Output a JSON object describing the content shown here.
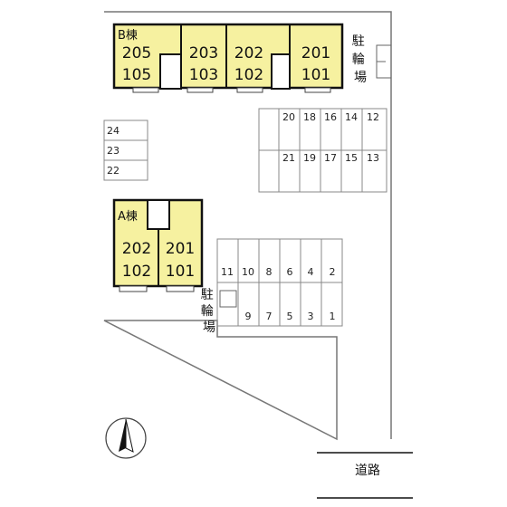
{
  "building_b": {
    "name": "B棟",
    "units": [
      {
        "upper": "205",
        "lower": "105"
      },
      {
        "upper": "203",
        "lower": "103"
      },
      {
        "upper": "202",
        "lower": "102"
      },
      {
        "upper": "201",
        "lower": "101"
      }
    ]
  },
  "building_a": {
    "name": "A棟",
    "units": [
      {
        "upper": "202",
        "lower": "102"
      },
      {
        "upper": "201",
        "lower": "101"
      }
    ]
  },
  "bicycle_parking_label": "駐輪場",
  "road_label": "道路",
  "parking_left": [
    "24",
    "23",
    "22"
  ],
  "parking_upper_top": [
    "20",
    "18",
    "16",
    "14",
    "12"
  ],
  "parking_upper_bottom": [
    "21",
    "19",
    "17",
    "15",
    "13"
  ],
  "parking_lower_top": [
    "11",
    "10",
    "8",
    "6",
    "4",
    "2"
  ],
  "parking_lower_bottom": [
    "9",
    "7",
    "5",
    "3",
    "1"
  ],
  "colors": {
    "building_fill": "#f6f1a0",
    "outline": "#555555"
  },
  "compass": "north-arrow-icon"
}
